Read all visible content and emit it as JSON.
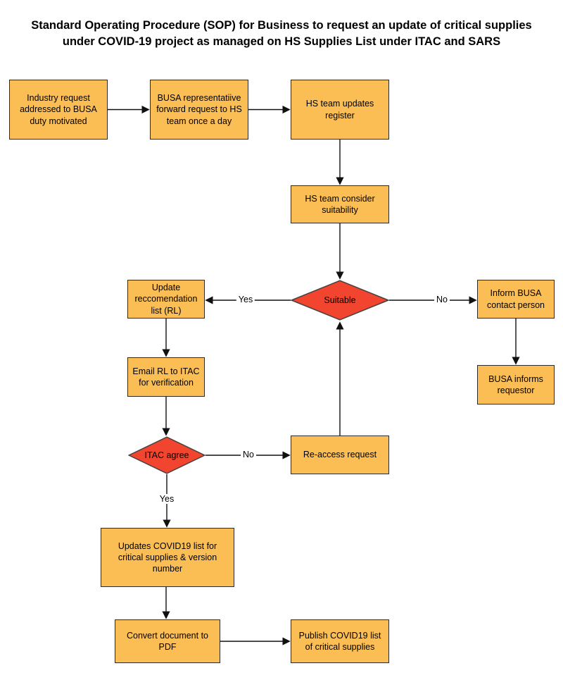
{
  "title": {
    "line1": "Standard Operating Procedure (SOP) for Business to request an update of critical supplies",
    "line2": "under COVID-19 project as managed on HS Supplies List under ITAC and SARS"
  },
  "nodes": {
    "industry_request": {
      "label": "Industry request addressed to BUSA duty motivated",
      "type": "process"
    },
    "busa_representative": {
      "label": "BUSA representatiive forward request to HS team once a day",
      "type": "process"
    },
    "hs_updates_register": {
      "label": "HS team updates register",
      "type": "process"
    },
    "hs_consider_suitability": {
      "label": "HS team consider suitability",
      "type": "process"
    },
    "suitable": {
      "label": "Suitable",
      "type": "decision"
    },
    "update_rl": {
      "label": "Update reccomendation list (RL)",
      "type": "process"
    },
    "inform_busa": {
      "label": "Inform BUSA contact person",
      "type": "process"
    },
    "email_rl": {
      "label": "Email RL to ITAC for verification",
      "type": "process"
    },
    "busa_informs_requestor": {
      "label": "BUSA informs requestor",
      "type": "process"
    },
    "itac_agree": {
      "label": "ITAC agree",
      "type": "decision"
    },
    "reaccess_request": {
      "label": "Re-access request",
      "type": "process"
    },
    "updates_covid_list": {
      "label": "Updates COVID19 list for critical supplies & version number",
      "type": "process"
    },
    "convert_to_pdf": {
      "label": "Convert document to PDF",
      "type": "process"
    },
    "publish_covid_list": {
      "label": "Publish COVID19 list of critical supplies",
      "type": "process"
    }
  },
  "edge_labels": {
    "suitable_yes": "Yes",
    "suitable_no": "No",
    "itac_no": "No",
    "itac_yes": "Yes"
  },
  "connections": [
    {
      "from": "industry_request",
      "to": "busa_representative",
      "label": ""
    },
    {
      "from": "busa_representative",
      "to": "hs_updates_register",
      "label": ""
    },
    {
      "from": "hs_updates_register",
      "to": "hs_consider_suitability",
      "label": ""
    },
    {
      "from": "hs_consider_suitability",
      "to": "suitable",
      "label": ""
    },
    {
      "from": "suitable",
      "to": "update_rl",
      "label": "Yes"
    },
    {
      "from": "suitable",
      "to": "inform_busa",
      "label": "No"
    },
    {
      "from": "update_rl",
      "to": "email_rl",
      "label": ""
    },
    {
      "from": "inform_busa",
      "to": "busa_informs_requestor",
      "label": ""
    },
    {
      "from": "email_rl",
      "to": "itac_agree",
      "label": ""
    },
    {
      "from": "itac_agree",
      "to": "reaccess_request",
      "label": "No"
    },
    {
      "from": "reaccess_request",
      "to": "suitable",
      "label": ""
    },
    {
      "from": "itac_agree",
      "to": "updates_covid_list",
      "label": "Yes"
    },
    {
      "from": "updates_covid_list",
      "to": "convert_to_pdf",
      "label": ""
    },
    {
      "from": "convert_to_pdf",
      "to": "publish_covid_list",
      "label": ""
    }
  ],
  "colors": {
    "process_fill": "#FBBE55",
    "process_border": "#2E2A26",
    "decision_fill": "#F1452F",
    "decision_border": "#474140",
    "line": "#111111",
    "background": "#FFFFFF",
    "text": "#000000"
  }
}
